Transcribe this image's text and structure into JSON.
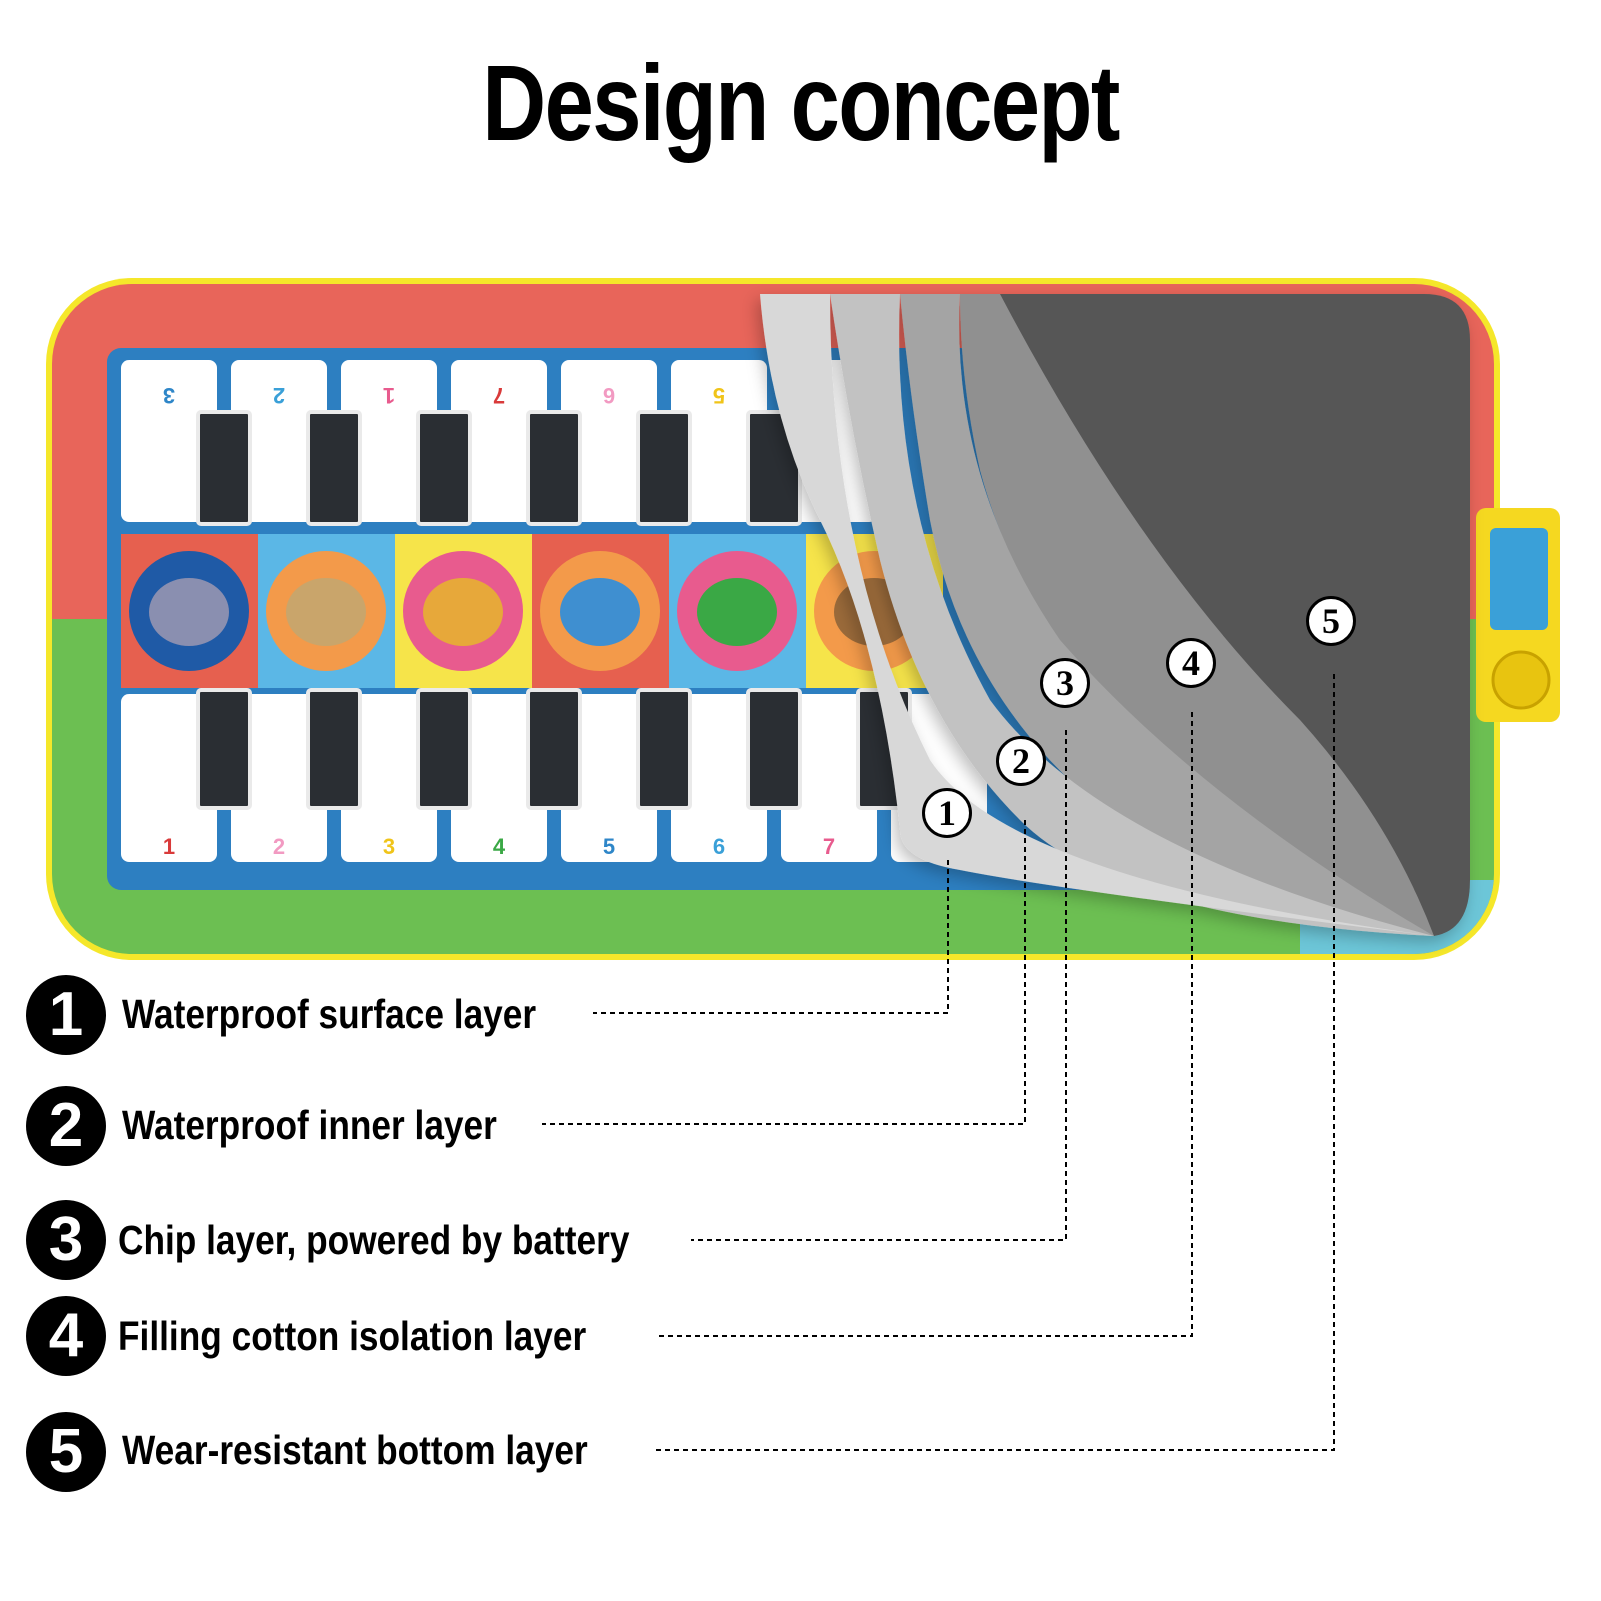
{
  "title": "Design concept",
  "keys_top": [
    "3",
    "2",
    "1",
    "7",
    "6",
    "5"
  ],
  "keys_bottom": [
    "1",
    "2",
    "3",
    "4",
    "5",
    "6",
    "7"
  ],
  "key_number_colors": [
    "#d93a3a",
    "#f29ac2",
    "#f0c419",
    "#3aa845",
    "#2e86c8",
    "#3aa0d8",
    "#e85b8e"
  ],
  "colors": {
    "mat_border": "#f5e72a",
    "mat_top": "#e8655a",
    "mat_bottom": "#6cbf52",
    "keyboard_frame": "#2d7fc1",
    "layer_surface": "#d8d8d8",
    "layer_inner": "#c2c2c2",
    "layer_chip": "#a4a4a4",
    "layer_cotton": "#909090",
    "layer_bottom": "#575757"
  },
  "layers": [
    {
      "number": "1",
      "label": "Waterproof surface layer"
    },
    {
      "number": "2",
      "label": "Waterproof inner layer"
    },
    {
      "number": "3",
      "label": "Chip layer, powered by battery"
    },
    {
      "number": "4",
      "label": "Filling cotton isolation layer"
    },
    {
      "number": "5",
      "label": "Wear-resistant bottom layer"
    }
  ]
}
